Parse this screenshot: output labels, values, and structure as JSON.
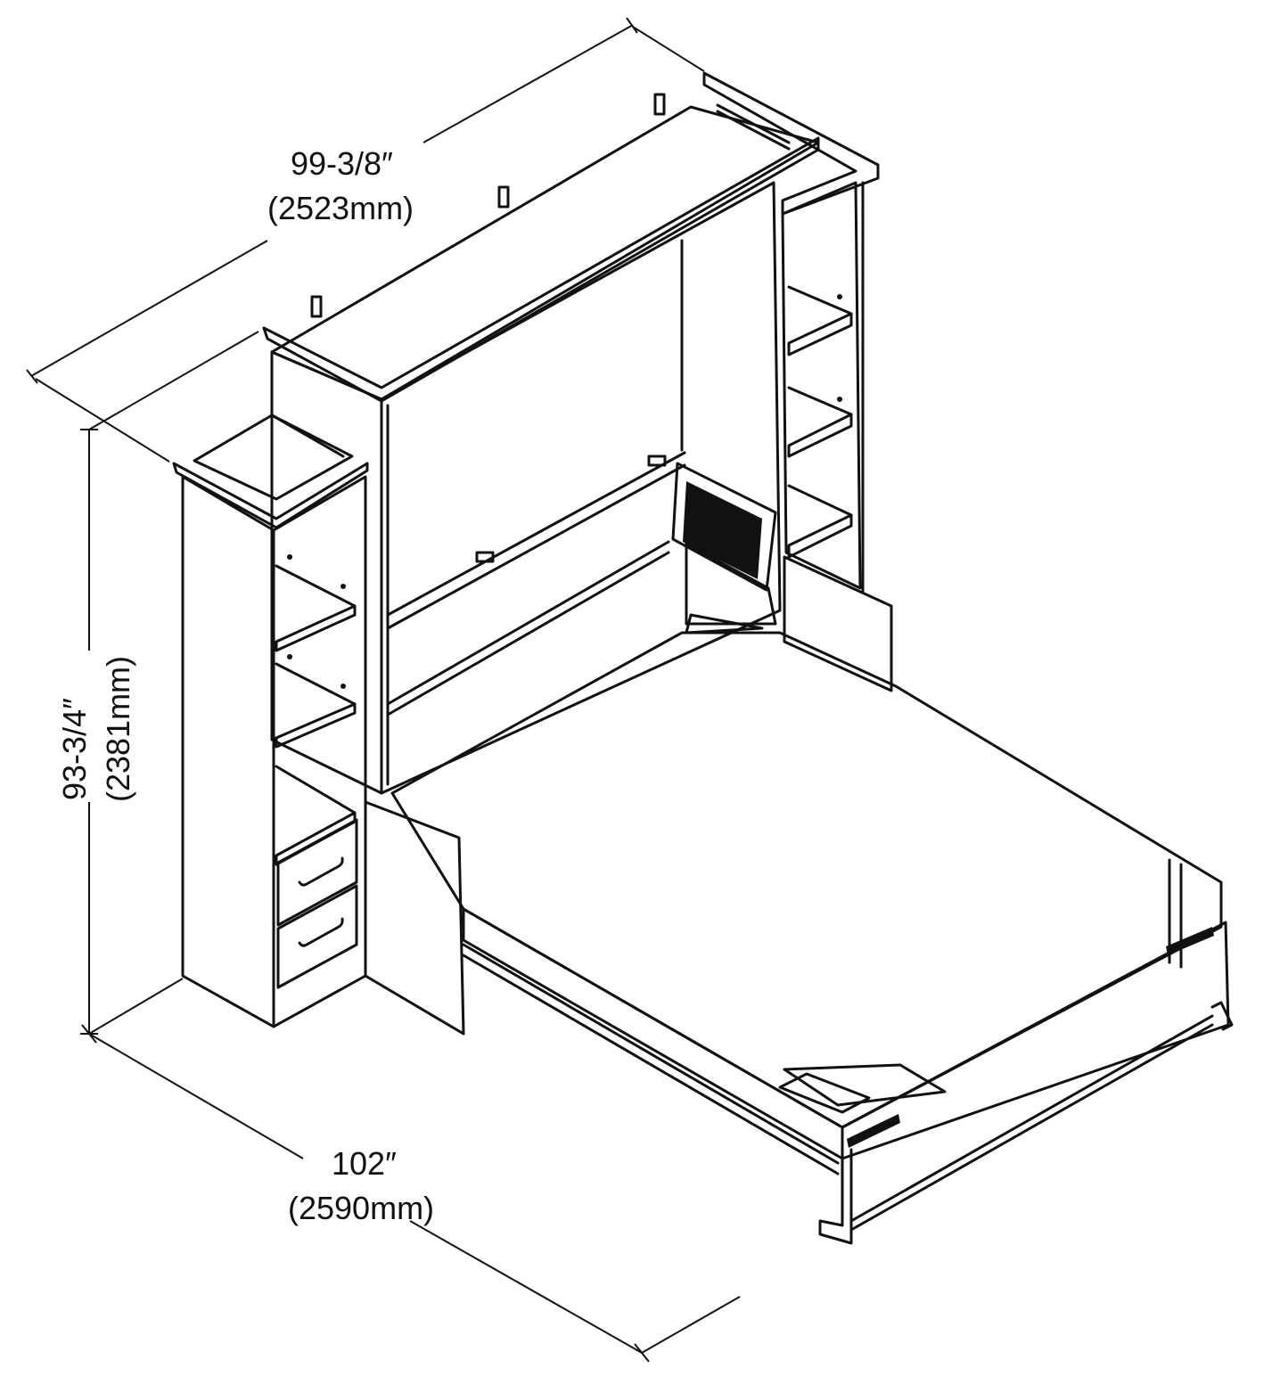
{
  "dimensions": {
    "width": {
      "imperial": "99-3/8″",
      "metric": "(2523mm)"
    },
    "height": {
      "imperial": "93-3/4″",
      "metric": "(2381mm)"
    },
    "depth": {
      "imperial": "102″",
      "metric": "(2590mm)"
    }
  },
  "colors": {
    "line": "#111111",
    "background": "#ffffff"
  }
}
